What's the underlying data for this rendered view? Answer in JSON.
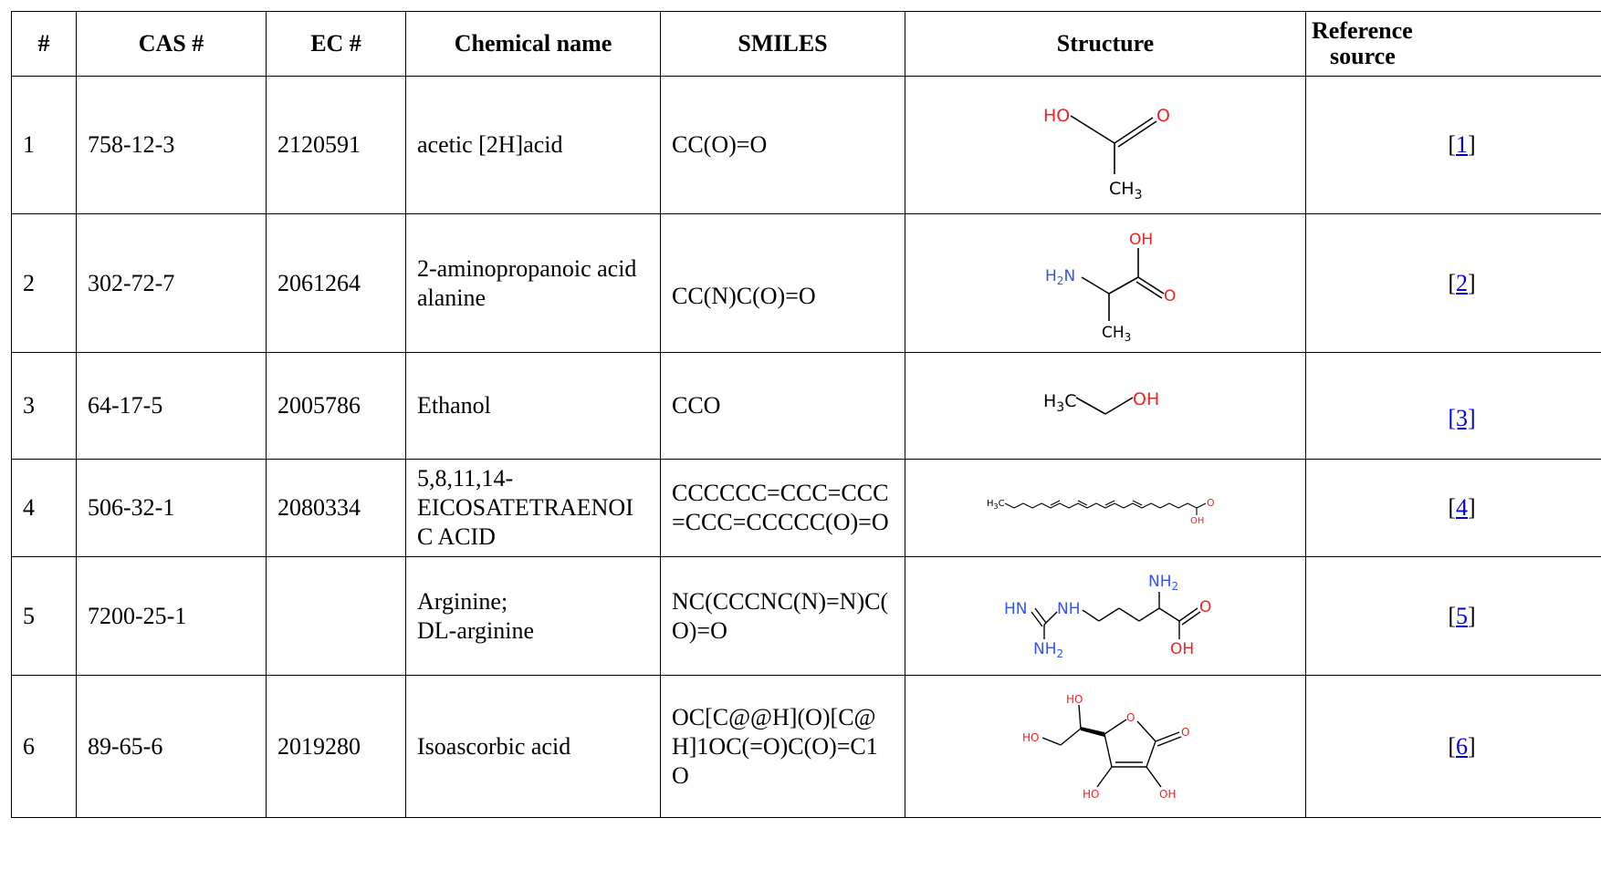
{
  "headers": {
    "num": "#",
    "cas": "CAS #",
    "ec": "EC #",
    "name": "Chemical name",
    "smiles": "SMILES",
    "structure": "Structure",
    "ref_line1": "Reference",
    "ref_line2": "source"
  },
  "rows": [
    {
      "num": "1",
      "cas": "758-12-3",
      "ec": "2120591",
      "name": "acetic [2H]acid",
      "smiles": "CC(O)=O",
      "ref_number": "1",
      "ref_open": "[",
      "ref_close": "]",
      "atoms": {
        "a": "HO",
        "b": "O",
        "c": "CH",
        "c_sub": "3"
      }
    },
    {
      "num": "2",
      "cas": "302-72-7",
      "ec": "2061264",
      "name": "2-aminopropanoic acid\nalanine",
      "smiles": "CC(N)C(O)=O",
      "ref_number": "2",
      "ref_open": "[",
      "ref_close": "]",
      "atoms": {
        "a": "OH",
        "b": "H",
        "b_sub": "2",
        "b_tail": "N",
        "c": "O",
        "d": "CH",
        "d_sub": "3"
      }
    },
    {
      "num": "3",
      "cas": "64-17-5",
      "ec": "2005786",
      "name": "Ethanol",
      "smiles": "CCO",
      "ref_text": "[3]",
      "atoms": {
        "a": "H",
        "a_sub": "3",
        "a_tail": "C",
        "b": "OH"
      }
    },
    {
      "num": "4",
      "cas": "506-32-1",
      "ec": "2080334",
      "name": "5,8,11,14-\nEICOSATETRAENOI\nC ACID",
      "smiles": "CCCCCC=CCC=CCC\n=CCC=CCCCC(O)=O",
      "ref_number": "4",
      "ref_open": "[",
      "ref_close": "]",
      "atoms": {
        "a": "H",
        "a_sub": "3",
        "a_tail": "C",
        "b": "O",
        "c": "OH"
      }
    },
    {
      "num": "5",
      "cas": "7200-25-1",
      "ec": "",
      "name": "Arginine;\nDL-arginine",
      "smiles": "NC(CCCNC(N)=N)C(\nO)=O",
      "ref_number": "5",
      "ref_open": "[",
      "ref_close": "]",
      "atoms": {
        "a": "NH",
        "a_sub": "2",
        "b": "HN",
        "c": "NH",
        "d": "O",
        "e": "NH",
        "e_sub": "2",
        "f": "OH"
      }
    },
    {
      "num": "6",
      "cas": "89-65-6",
      "ec": "2019280",
      "name": "Isoascorbic acid",
      "smiles": "OC[C@@H](O)[C@\nH]1OC(=O)C(O)=C1\nO",
      "ref_number": "6",
      "ref_open": "[",
      "ref_close": "]",
      "atoms": {
        "a": "HO",
        "b": "HO",
        "c": "O",
        "d": "O",
        "e": "HO",
        "f": "OH"
      }
    }
  ],
  "colors": {
    "oxygen": "#ee2222",
    "nitrogen": "#3355ee",
    "bond": "#000000",
    "link": "#0000ee"
  }
}
